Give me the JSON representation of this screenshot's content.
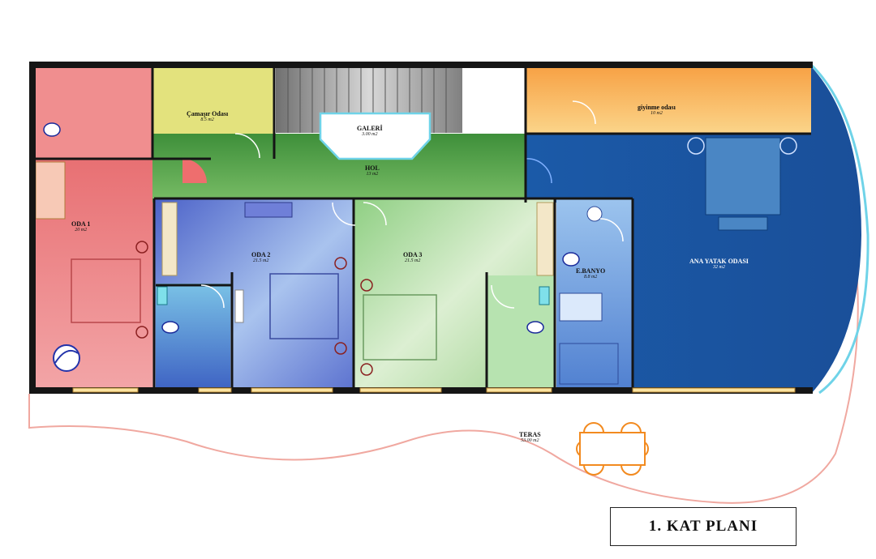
{
  "title": "1. KAT PLANI",
  "rooms": {
    "camasir": {
      "name": "Çamaşır Odası",
      "area": "8.5 m2"
    },
    "galeri": {
      "name": "GALERİ",
      "area": "3.00 m2"
    },
    "hol": {
      "name": "HOL",
      "area": "13 m2"
    },
    "giyinme": {
      "name": "giyinme odası",
      "area": "10 m2"
    },
    "oda1": {
      "name": "ODA 1",
      "area": "20 m2"
    },
    "oda2": {
      "name": "ODA 2",
      "area": "21.5 m2"
    },
    "oda3": {
      "name": "ODA 3",
      "area": "21.5 m2"
    },
    "ebanyo": {
      "name": "E.BANYO",
      "area": "8.8 m2"
    },
    "anayatak": {
      "name": "ANA YATAK ODASI",
      "area": "32 m2"
    },
    "teras": {
      "name": "TERAS",
      "area": "53.00 m2"
    }
  },
  "colors": {
    "oda1": "#e8777c",
    "camasir": "#e2e07c",
    "hol": "#5aa549",
    "giyinme": "#f6a23e",
    "anayatak": "#1d5aa6",
    "oda2": "#6b85d6",
    "oda3": "#b3dca4",
    "ebanyo": "#6f9fdc",
    "wall": "#151515",
    "terrace_line": "#f0a8a0",
    "furniture": "#f28a1f"
  }
}
